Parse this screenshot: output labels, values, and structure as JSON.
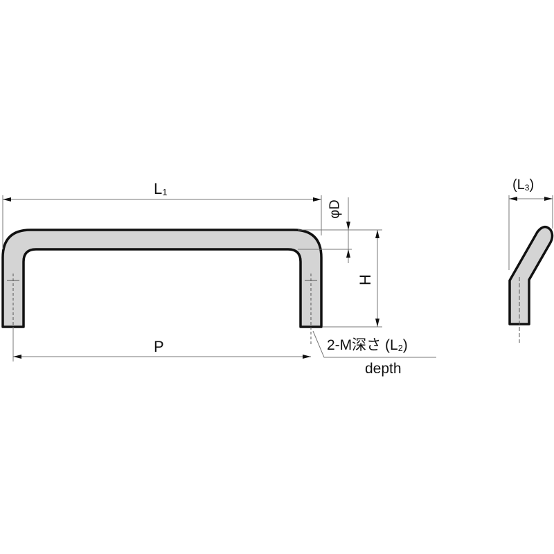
{
  "drawing": {
    "title": "Handle dimension drawing",
    "labels": {
      "l1": "L",
      "l1_sub": "1",
      "p": "P",
      "h": "H",
      "phi_d": "φD",
      "l3_open": "(L",
      "l3_sub": "3",
      "l3_close": ")",
      "tap_prefix": "2-M深さ (L",
      "tap_sub": "2",
      "tap_close": ")",
      "depth": "depth"
    },
    "colors": {
      "outline": "#111111",
      "fill": "#d4d4d4",
      "dim_line": "#777777",
      "background": "#ffffff"
    }
  }
}
